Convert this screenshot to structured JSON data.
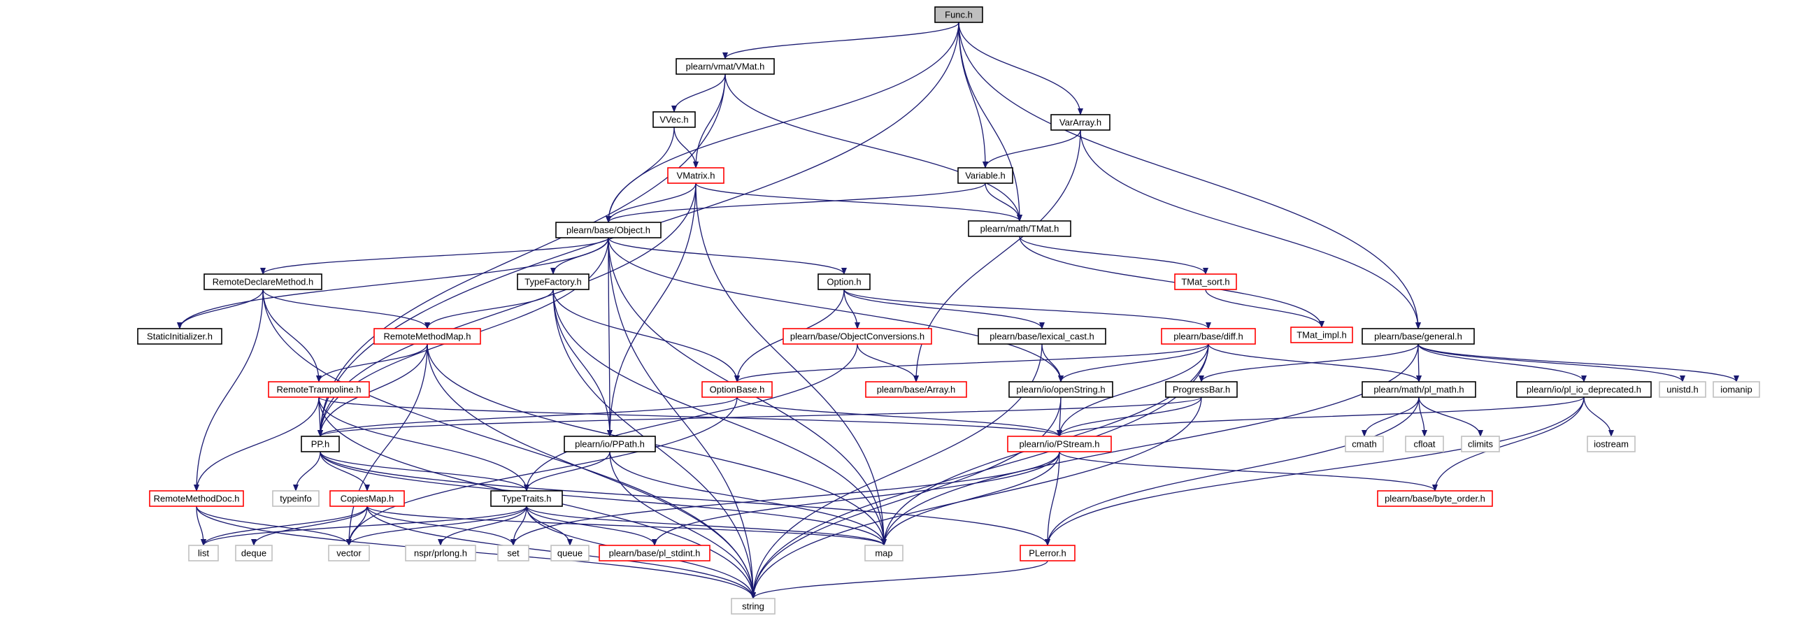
{
  "colors": {
    "edge": "#191970",
    "root_fill": "#bfbfbf",
    "documented_border": "#000000",
    "truncated_border": "#ff0000",
    "external_border": "#bfbfbf",
    "external_text": "#555555"
  },
  "nodes": [
    {
      "id": "func",
      "label": "Func.h",
      "kind": "root"
    },
    {
      "id": "vmat",
      "label": "plearn/vmat/VMat.h",
      "kind": "doc"
    },
    {
      "id": "vvec",
      "label": "VVec.h",
      "kind": "doc"
    },
    {
      "id": "vmatrix",
      "label": "VMatrix.h",
      "kind": "trunc"
    },
    {
      "id": "vararray",
      "label": "VarArray.h",
      "kind": "doc"
    },
    {
      "id": "variable",
      "label": "Variable.h",
      "kind": "doc"
    },
    {
      "id": "tmat",
      "label": "plearn/math/TMat.h",
      "kind": "doc"
    },
    {
      "id": "object",
      "label": "plearn/base/Object.h",
      "kind": "doc"
    },
    {
      "id": "tmatsort",
      "label": "TMat_sort.h",
      "kind": "trunc"
    },
    {
      "id": "tmatimpl",
      "label": "TMat_impl.h",
      "kind": "trunc"
    },
    {
      "id": "general",
      "label": "plearn/base/general.h",
      "kind": "doc"
    },
    {
      "id": "rdm",
      "label": "RemoteDeclareMethod.h",
      "kind": "doc"
    },
    {
      "id": "typefactory",
      "label": "TypeFactory.h",
      "kind": "doc"
    },
    {
      "id": "option",
      "label": "Option.h",
      "kind": "doc"
    },
    {
      "id": "staticinit",
      "label": "StaticInitializer.h",
      "kind": "doc"
    },
    {
      "id": "rmm",
      "label": "RemoteMethodMap.h",
      "kind": "trunc"
    },
    {
      "id": "objconv",
      "label": "plearn/base/ObjectConversions.h",
      "kind": "trunc"
    },
    {
      "id": "lexcast",
      "label": "plearn/base/lexical_cast.h",
      "kind": "doc"
    },
    {
      "id": "diff",
      "label": "plearn/base/diff.h",
      "kind": "trunc"
    },
    {
      "id": "rtramp",
      "label": "RemoteTrampoline.h",
      "kind": "trunc"
    },
    {
      "id": "optionbase",
      "label": "OptionBase.h",
      "kind": "trunc"
    },
    {
      "id": "array",
      "label": "plearn/base/Array.h",
      "kind": "trunc"
    },
    {
      "id": "openstring",
      "label": "plearn/io/openString.h",
      "kind": "doc"
    },
    {
      "id": "progressbar",
      "label": "ProgressBar.h",
      "kind": "doc"
    },
    {
      "id": "plmath",
      "label": "plearn/math/pl_math.h",
      "kind": "doc"
    },
    {
      "id": "pliodep",
      "label": "plearn/io/pl_io_deprecated.h",
      "kind": "doc"
    },
    {
      "id": "unistd",
      "label": "unistd.h",
      "kind": "ext"
    },
    {
      "id": "iomanip",
      "label": "iomanip",
      "kind": "ext"
    },
    {
      "id": "pp",
      "label": "PP.h",
      "kind": "doc"
    },
    {
      "id": "ppath",
      "label": "plearn/io/PPath.h",
      "kind": "doc"
    },
    {
      "id": "pstream",
      "label": "plearn/io/PStream.h",
      "kind": "trunc"
    },
    {
      "id": "cmath",
      "label": "cmath",
      "kind": "ext"
    },
    {
      "id": "cfloat",
      "label": "cfloat",
      "kind": "ext"
    },
    {
      "id": "climits",
      "label": "climits",
      "kind": "ext"
    },
    {
      "id": "iostream",
      "label": "iostream",
      "kind": "ext"
    },
    {
      "id": "typeinfo",
      "label": "typeinfo",
      "kind": "ext"
    },
    {
      "id": "rmdoc",
      "label": "RemoteMethodDoc.h",
      "kind": "trunc"
    },
    {
      "id": "copiesmap",
      "label": "CopiesMap.h",
      "kind": "trunc"
    },
    {
      "id": "typetraits",
      "label": "TypeTraits.h",
      "kind": "doc"
    },
    {
      "id": "byteorder",
      "label": "plearn/base/byte_order.h",
      "kind": "trunc"
    },
    {
      "id": "list",
      "label": "list",
      "kind": "ext"
    },
    {
      "id": "deque",
      "label": "deque",
      "kind": "ext"
    },
    {
      "id": "vector",
      "label": "vector",
      "kind": "ext"
    },
    {
      "id": "nspr",
      "label": "nspr/prlong.h",
      "kind": "ext"
    },
    {
      "id": "set",
      "label": "set",
      "kind": "ext"
    },
    {
      "id": "queue",
      "label": "queue",
      "kind": "ext"
    },
    {
      "id": "plstdint",
      "label": "plearn/base/pl_stdint.h",
      "kind": "trunc"
    },
    {
      "id": "map",
      "label": "map",
      "kind": "ext"
    },
    {
      "id": "plerror",
      "label": "PLerror.h",
      "kind": "trunc"
    },
    {
      "id": "string",
      "label": "string",
      "kind": "ext"
    }
  ],
  "edges": [
    [
      "func",
      "vmat"
    ],
    [
      "func",
      "object"
    ],
    [
      "func",
      "pp"
    ],
    [
      "func",
      "variable"
    ],
    [
      "func",
      "vararray"
    ],
    [
      "func",
      "tmat"
    ],
    [
      "func",
      "general"
    ],
    [
      "vmat",
      "vvec"
    ],
    [
      "vmat",
      "vmatrix"
    ],
    [
      "vmat",
      "pp"
    ],
    [
      "vmat",
      "tmat"
    ],
    [
      "vvec",
      "vmatrix"
    ],
    [
      "vvec",
      "object"
    ],
    [
      "vmatrix",
      "object"
    ],
    [
      "vmatrix",
      "tmat"
    ],
    [
      "vmatrix",
      "pp"
    ],
    [
      "vmatrix",
      "ppath"
    ],
    [
      "vmatrix",
      "map"
    ],
    [
      "vararray",
      "variable"
    ],
    [
      "vararray",
      "array"
    ],
    [
      "vararray",
      "general"
    ],
    [
      "variable",
      "object"
    ],
    [
      "variable",
      "tmat"
    ],
    [
      "tmat",
      "tmatsort"
    ],
    [
      "tmat",
      "tmatimpl"
    ],
    [
      "tmatsort",
      "tmatimpl"
    ],
    [
      "object",
      "rdm"
    ],
    [
      "object",
      "staticinit"
    ],
    [
      "object",
      "typefactory"
    ],
    [
      "object",
      "option"
    ],
    [
      "object",
      "pp"
    ],
    [
      "object",
      "ppath"
    ],
    [
      "object",
      "map"
    ],
    [
      "object",
      "string"
    ],
    [
      "object",
      "openstring"
    ],
    [
      "rdm",
      "staticinit"
    ],
    [
      "rdm",
      "rmm"
    ],
    [
      "rdm",
      "rtramp"
    ],
    [
      "rdm",
      "rmdoc"
    ],
    [
      "rdm",
      "string"
    ],
    [
      "typefactory",
      "rmm"
    ],
    [
      "typefactory",
      "optionbase"
    ],
    [
      "typefactory",
      "ppath"
    ],
    [
      "typefactory",
      "map"
    ],
    [
      "typefactory",
      "string"
    ],
    [
      "option",
      "optionbase"
    ],
    [
      "option",
      "objconv"
    ],
    [
      "option",
      "lexcast"
    ],
    [
      "option",
      "diff"
    ],
    [
      "rmm",
      "rtramp"
    ],
    [
      "rmm",
      "pp"
    ],
    [
      "rmm",
      "vector"
    ],
    [
      "rmm",
      "map"
    ],
    [
      "rmm",
      "string"
    ],
    [
      "rtramp",
      "pp"
    ],
    [
      "rtramp",
      "rmdoc"
    ],
    [
      "rtramp",
      "typetraits"
    ],
    [
      "rtramp",
      "pstream"
    ],
    [
      "rtramp",
      "string"
    ],
    [
      "objconv",
      "array"
    ],
    [
      "objconv",
      "typetraits"
    ],
    [
      "lexcast",
      "openstring"
    ],
    [
      "lexcast",
      "string"
    ],
    [
      "diff",
      "optionbase"
    ],
    [
      "diff",
      "openstring"
    ],
    [
      "diff",
      "pstream"
    ],
    [
      "diff",
      "plmath"
    ],
    [
      "diff",
      "map"
    ],
    [
      "diff",
      "string"
    ],
    [
      "optionbase",
      "pp"
    ],
    [
      "optionbase",
      "pstream"
    ],
    [
      "optionbase",
      "vector"
    ],
    [
      "openstring",
      "pstream"
    ],
    [
      "openstring",
      "string"
    ],
    [
      "general",
      "progressbar"
    ],
    [
      "general",
      "plmath"
    ],
    [
      "general",
      "pliodep"
    ],
    [
      "general",
      "unistd"
    ],
    [
      "general",
      "iomanip"
    ],
    [
      "general",
      "map"
    ],
    [
      "progressbar",
      "pstream"
    ],
    [
      "progressbar",
      "pp"
    ],
    [
      "progressbar",
      "string"
    ],
    [
      "plmath",
      "cmath"
    ],
    [
      "plmath",
      "cfloat"
    ],
    [
      "plmath",
      "climits"
    ],
    [
      "plmath",
      "plerror"
    ],
    [
      "pliodep",
      "pstream"
    ],
    [
      "pliodep",
      "iostream"
    ],
    [
      "pliodep",
      "byteorder"
    ],
    [
      "pliodep",
      "plerror"
    ],
    [
      "pp",
      "typeinfo"
    ],
    [
      "pp",
      "copiesmap"
    ],
    [
      "pp",
      "typetraits"
    ],
    [
      "pp",
      "plerror"
    ],
    [
      "pp",
      "map"
    ],
    [
      "ppath",
      "typetraits"
    ],
    [
      "ppath",
      "map"
    ],
    [
      "ppath",
      "string"
    ],
    [
      "pstream",
      "byteorder"
    ],
    [
      "pstream",
      "plerror"
    ],
    [
      "pstream",
      "map"
    ],
    [
      "pstream",
      "set"
    ],
    [
      "pstream",
      "plstdint"
    ],
    [
      "rmdoc",
      "list"
    ],
    [
      "rmdoc",
      "vector"
    ],
    [
      "rmdoc",
      "string"
    ],
    [
      "copiesmap",
      "list"
    ],
    [
      "copiesmap",
      "deque"
    ],
    [
      "copiesmap",
      "vector"
    ],
    [
      "copiesmap",
      "set"
    ],
    [
      "copiesmap",
      "map"
    ],
    [
      "copiesmap",
      "string"
    ],
    [
      "typetraits",
      "list"
    ],
    [
      "typetraits",
      "vector"
    ],
    [
      "typetraits",
      "nspr"
    ],
    [
      "typetraits",
      "set"
    ],
    [
      "typetraits",
      "queue"
    ],
    [
      "typetraits",
      "plstdint"
    ],
    [
      "typetraits",
      "map"
    ],
    [
      "typetraits",
      "string"
    ],
    [
      "plerror",
      "string"
    ]
  ]
}
